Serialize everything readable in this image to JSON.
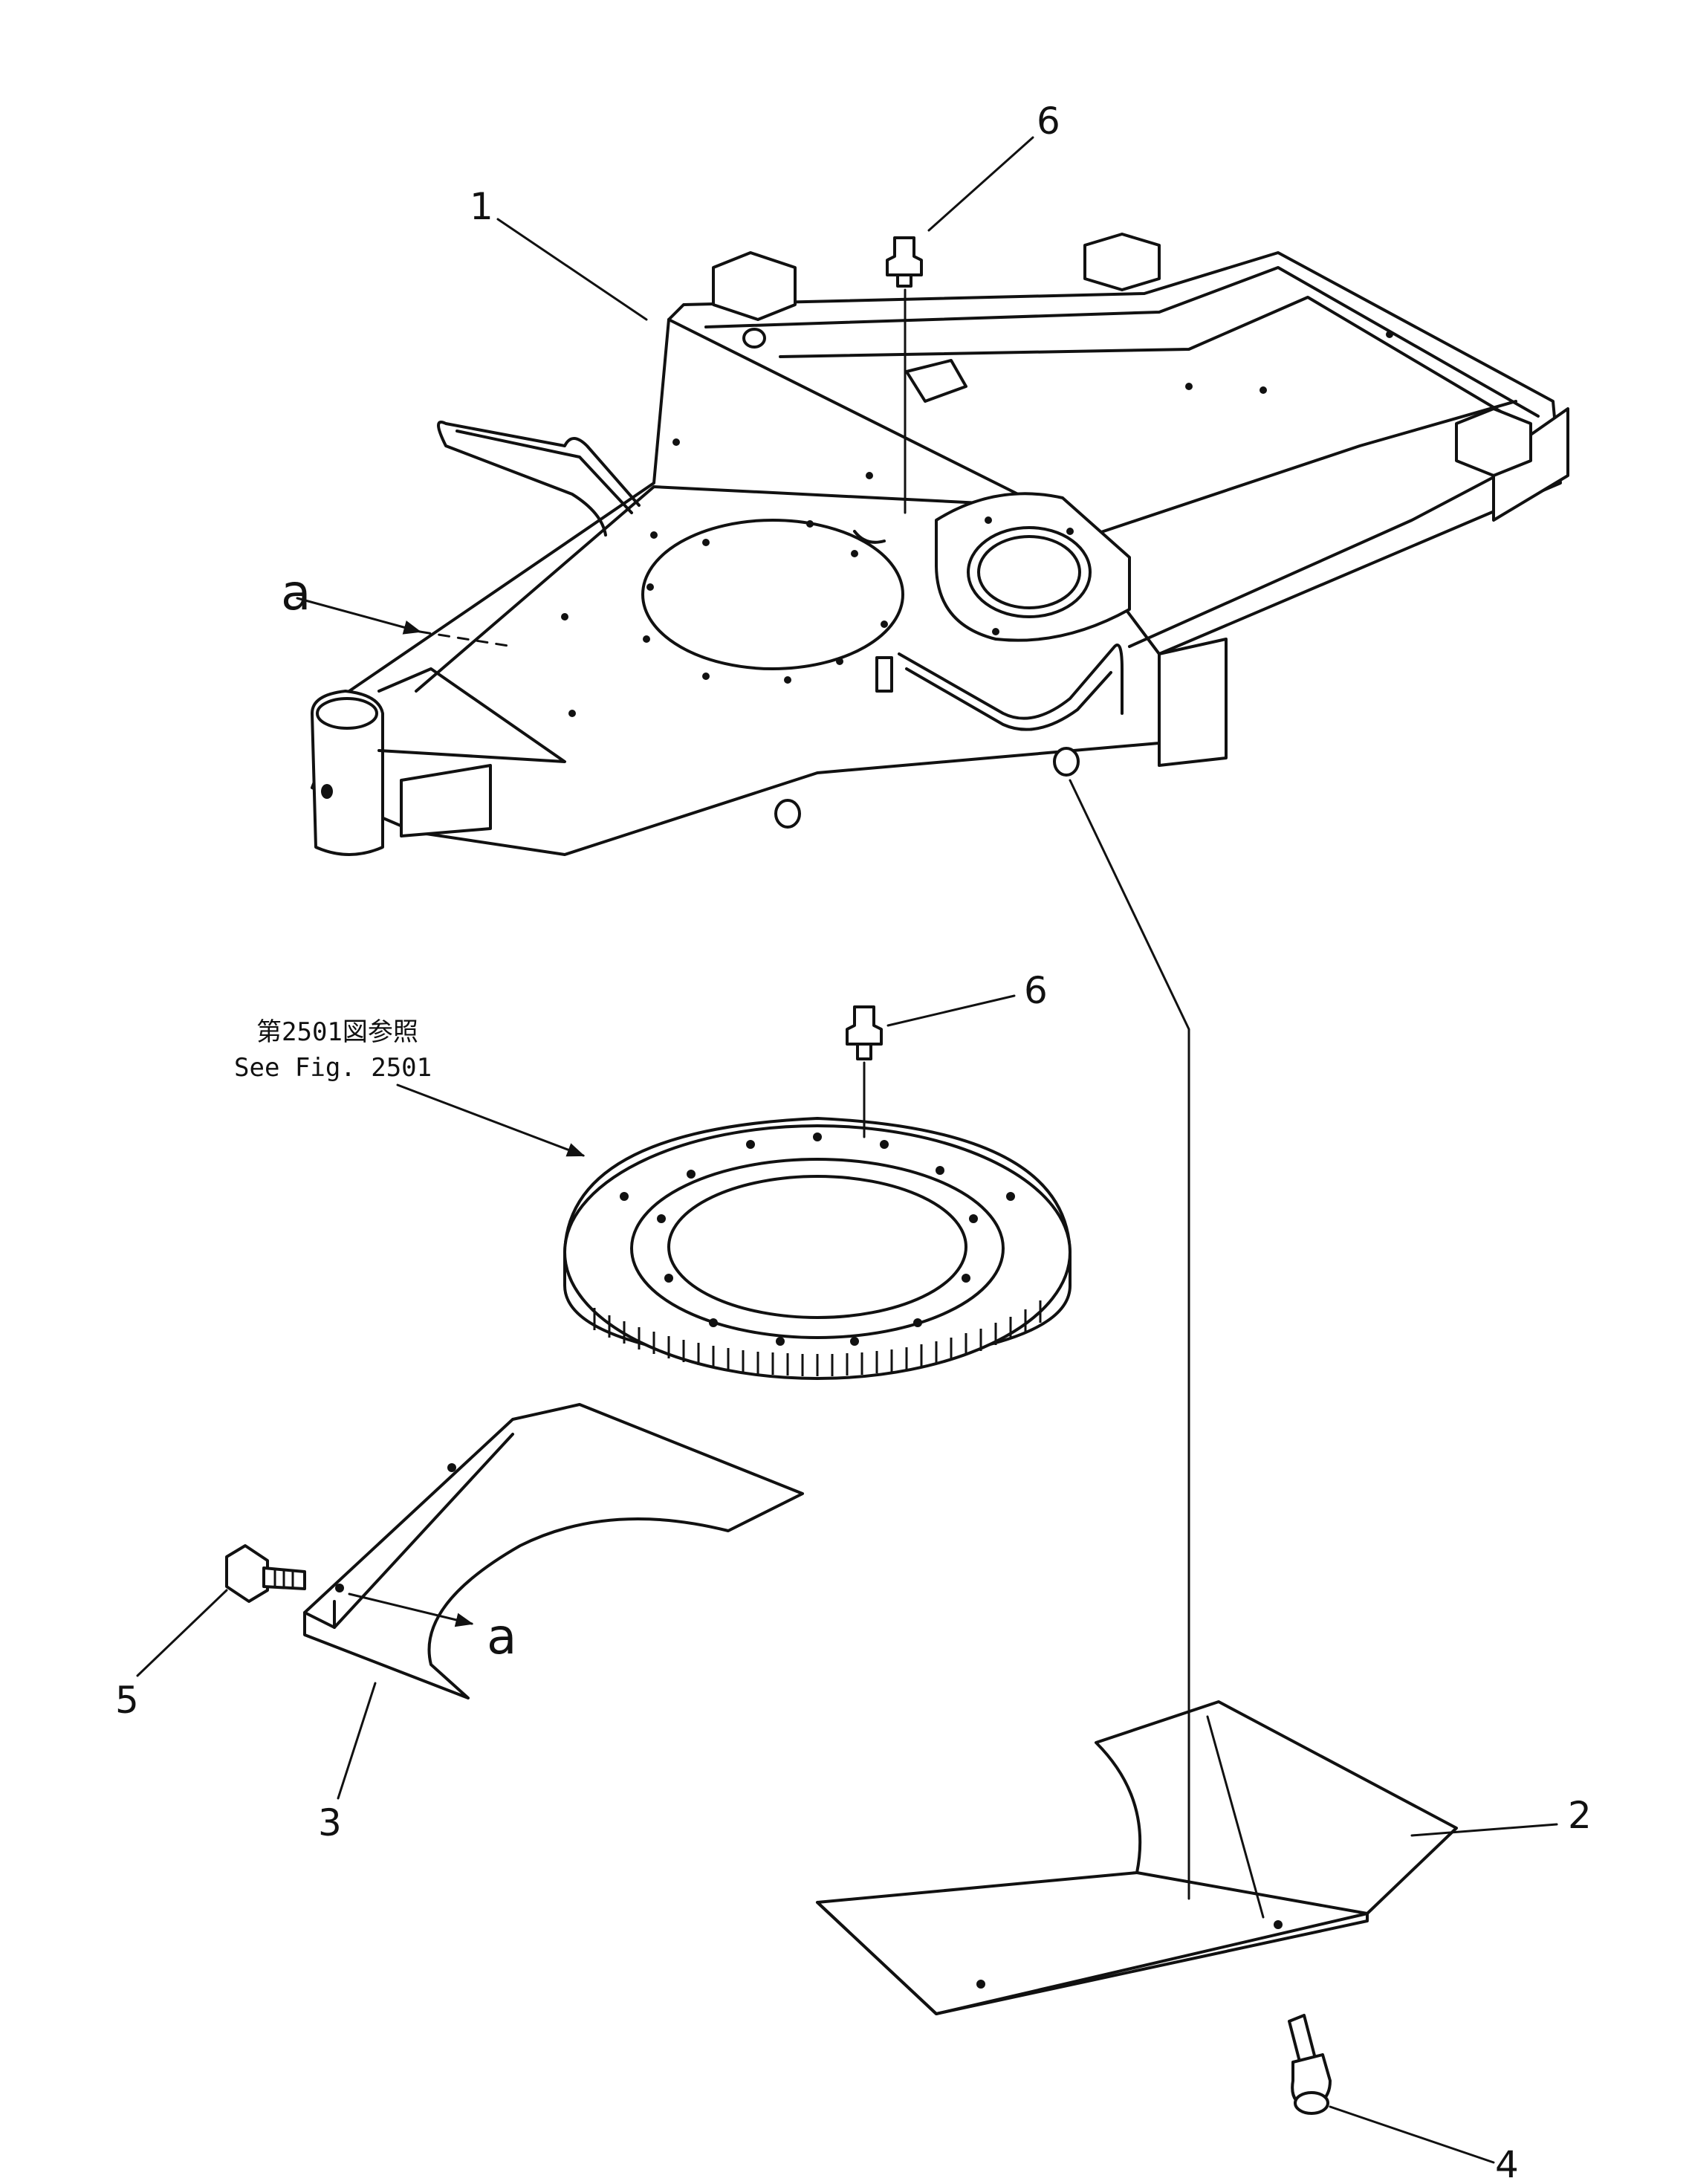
{
  "callouts": {
    "c1": "1",
    "c2": "2",
    "c3": "3",
    "c4": "4",
    "c5": "5",
    "c6_top": "6",
    "c6_mid": "6",
    "a_top": "a",
    "a_bottom": "a"
  },
  "reference": {
    "jp": "第2501図参照",
    "en": "See Fig. 2501"
  }
}
